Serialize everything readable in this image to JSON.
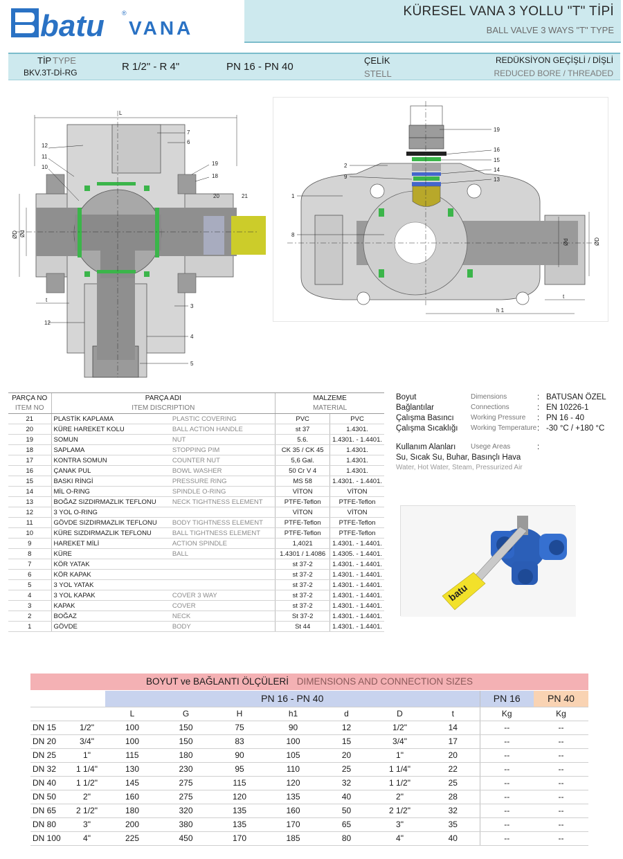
{
  "brand": {
    "left": "batu",
    "right": "VANA",
    "reg": "®",
    "color": "#2a72c4"
  },
  "title": {
    "tr": "KÜRESEL VANA 3 YOLLU \"T\" TİPİ",
    "en": "BALL VALVE 3 WAYS \"T\" TYPE"
  },
  "info": {
    "type_tr": "TİP",
    "type_en": "TYPE",
    "code": "BKV.3T-Dİ-RG",
    "size": "R 1/2\" - R 4\"",
    "pressure": "PN 16 - PN 40",
    "material_tr": "ÇELİK",
    "material_en": "STELL",
    "bore_tr": "REDÜKSİYON GEÇİŞLİ  /  DİŞLİ",
    "bore_en": "REDUCED  BORE  / THREADED"
  },
  "drawing1": {
    "callouts": [
      "L",
      "12",
      "11",
      "10",
      "7",
      "6",
      "19",
      "18",
      "20",
      "21",
      "ØD",
      "Ød",
      "t",
      "12",
      "3",
      "4",
      "5"
    ]
  },
  "drawing2": {
    "callouts": [
      "19",
      "16",
      "15",
      "14",
      "13",
      "2",
      "9",
      "1",
      "8",
      "Ød",
      "ØD",
      "t",
      "h 1"
    ]
  },
  "parts_table": {
    "headers": {
      "no_tr": "PARÇA NO",
      "no_en": "ITEM NO",
      "name_tr": "PARÇA ADI",
      "name_en": "ITEM DISCRIPTION",
      "mat_tr": "MALZEME",
      "mat_en": "MATERIAL"
    },
    "rows": [
      {
        "no": "21",
        "tr": "PLASTİK KAPLAMA",
        "en": "PLASTIC COVERING",
        "m1": "PVC",
        "m2": "PVC"
      },
      {
        "no": "20",
        "tr": "KÜRE HAREKET KOLU",
        "en": "BALL ACTION HANDLE",
        "m1": "st 37",
        "m2": "1.4301."
      },
      {
        "no": "19",
        "tr": "SOMUN",
        "en": "NUT",
        "m1": "5.6.",
        "m2": "1.4301. - 1.4401."
      },
      {
        "no": "18",
        "tr": "SAPLAMA",
        "en": "STOPPING PIM",
        "m1": "CK 35 / CK 45",
        "m2": "1.4301."
      },
      {
        "no": "17",
        "tr": "KONTRA SOMUN",
        "en": "COUNTER NUT",
        "m1": "5,6 Gal.",
        "m2": "1.4301."
      },
      {
        "no": "16",
        "tr": "ÇANAK PUL",
        "en": "BOWL WASHER",
        "m1": "50 Cr V 4",
        "m2": "1.4301."
      },
      {
        "no": "15",
        "tr": "BASKI RİNGİ",
        "en": "PRESSURE RING",
        "m1": "MS 58",
        "m2": "1.4301. - 1.4401."
      },
      {
        "no": "14",
        "tr": "MİL O-RING",
        "en": "SPINDLE O-RING",
        "m1": "VİTON",
        "m2": "VİTON"
      },
      {
        "no": "13",
        "tr": "BOĞAZ SIZDIRMAZLIK TEFLONU",
        "en": "NECK TIGHTNESS ELEMENT",
        "m1": "PTFE-Teflon",
        "m2": "PTFE-Teflon"
      },
      {
        "no": "12",
        "tr": "3 YOL O-RING",
        "en": "",
        "m1": "VİTON",
        "m2": "VİTON"
      },
      {
        "no": "11",
        "tr": "GÖVDE SIZDIRMAZLIK TEFLONU",
        "en": "BODY TIGHTNESS ELEMENT",
        "m1": "PTFE-Teflon",
        "m2": "PTFE-Teflon"
      },
      {
        "no": "10",
        "tr": "KÜRE SIZDIRMAZLIK TEFLONU",
        "en": "BALL TIGHTNESS ELEMENT",
        "m1": "PTFE-Teflon",
        "m2": "PTFE-Teflon"
      },
      {
        "no": "9",
        "tr": "HAREKET MİLİ",
        "en": "ACTION SPINDLE",
        "m1": "1,4021",
        "m2": "1.4301. - 1.4401."
      },
      {
        "no": "8",
        "tr": "KÜRE",
        "en": "BALL",
        "m1": "1.4301 / 1.4086",
        "m2": "1.4305. - 1.4401."
      },
      {
        "no": "7",
        "tr": "KÖR YATAK",
        "en": "",
        "m1": "st 37-2",
        "m2": "1.4301. - 1.4401."
      },
      {
        "no": "6",
        "tr": "KÖR KAPAK",
        "en": "",
        "m1": "st 37-2",
        "m2": "1.4301. - 1.4401."
      },
      {
        "no": "5",
        "tr": "3 YOL YATAK",
        "en": "",
        "m1": "st 37-2",
        "m2": "1.4301. - 1.4401."
      },
      {
        "no": "4",
        "tr": "3 YOL KAPAK",
        "en": "COVER 3 WAY",
        "m1": "st 37-2",
        "m2": "1.4301. - 1.4401."
      },
      {
        "no": "3",
        "tr": "KAPAK",
        "en": "COVER",
        "m1": "st 37-2",
        "m2": "1.4301. - 1.4401."
      },
      {
        "no": "2",
        "tr": "BOĞAZ",
        "en": "NECK",
        "m1": "St 37-2",
        "m2": "1.4301. - 1.4401."
      },
      {
        "no": "1",
        "tr": "GÖVDE",
        "en": "BODY",
        "m1": "St 44",
        "m2": "1.4301. - 1.4401."
      }
    ]
  },
  "specs": {
    "rows": [
      {
        "tr": "Boyut",
        "en": "Dimensions",
        "colon": ":",
        "val": "BATUSAN ÖZEL"
      },
      {
        "tr": "Bağlantılar",
        "en": "Connections",
        "colon": ":",
        "val": "EN 10226-1"
      },
      {
        "tr": "Çalışma Basıncı",
        "en": "Working Pressure",
        "colon": ":",
        "val": "PN 16 - 40"
      },
      {
        "tr": "Çalışma Sıcaklığı",
        "en": "Working Temperature",
        "colon": ":",
        "val": "-30 °C / +180 °C"
      }
    ],
    "usage": {
      "tr": "Kullanım Alanları",
      "en": "Usege Areas",
      "colon": ":",
      "text_tr": "Su, Sıcak Su, Buhar, Basınçlı Hava",
      "text_en": "Water, Hot Water, Steam, Pressurized Air"
    }
  },
  "photo": {
    "handle_text": "batu"
  },
  "dims_table": {
    "title_tr": "BOYUT ve BAĞLANTI ÖLÇÜLERİ",
    "title_en": "DIMENSIONS AND CONNECTION SIZES",
    "group_main": "PN 16 - PN 40",
    "group_pn16": "PN 16",
    "group_pn40": "PN 40",
    "columns": [
      "L",
      "G",
      "H",
      "h1",
      "d",
      "D",
      "t",
      "Kg",
      "Kg"
    ],
    "rows": [
      {
        "dn": "DN 15",
        "inch": "1/2\"",
        "vals": [
          "100",
          "150",
          "75",
          "90",
          "12",
          "1/2\"",
          "14",
          "--",
          "--"
        ]
      },
      {
        "dn": "DN 20",
        "inch": "3/4\"",
        "vals": [
          "100",
          "150",
          "83",
          "100",
          "15",
          "3/4\"",
          "17",
          "--",
          "--"
        ]
      },
      {
        "dn": "DN 25",
        "inch": "1\"",
        "vals": [
          "115",
          "180",
          "90",
          "105",
          "20",
          "1\"",
          "20",
          "--",
          "--"
        ]
      },
      {
        "dn": "DN 32",
        "inch": "1 1/4\"",
        "vals": [
          "130",
          "230",
          "95",
          "110",
          "25",
          "1 1/4\"",
          "22",
          "--",
          "--"
        ]
      },
      {
        "dn": "DN 40",
        "inch": "1 1/2\"",
        "vals": [
          "145",
          "275",
          "115",
          "120",
          "32",
          "1 1/2\"",
          "25",
          "--",
          "--"
        ]
      },
      {
        "dn": "DN 50",
        "inch": "2\"",
        "vals": [
          "160",
          "275",
          "120",
          "135",
          "40",
          "2\"",
          "28",
          "--",
          "--"
        ]
      },
      {
        "dn": "DN 65",
        "inch": "2 1/2\"",
        "vals": [
          "180",
          "320",
          "135",
          "160",
          "50",
          "2 1/2\"",
          "32",
          "--",
          "--"
        ]
      },
      {
        "dn": "DN 80",
        "inch": "3\"",
        "vals": [
          "200",
          "380",
          "135",
          "170",
          "65",
          "3\"",
          "35",
          "--",
          "--"
        ]
      },
      {
        "dn": "DN 100",
        "inch": "4\"",
        "vals": [
          "225",
          "450",
          "170",
          "185",
          "80",
          "4\"",
          "40",
          "--",
          "--"
        ]
      }
    ]
  }
}
